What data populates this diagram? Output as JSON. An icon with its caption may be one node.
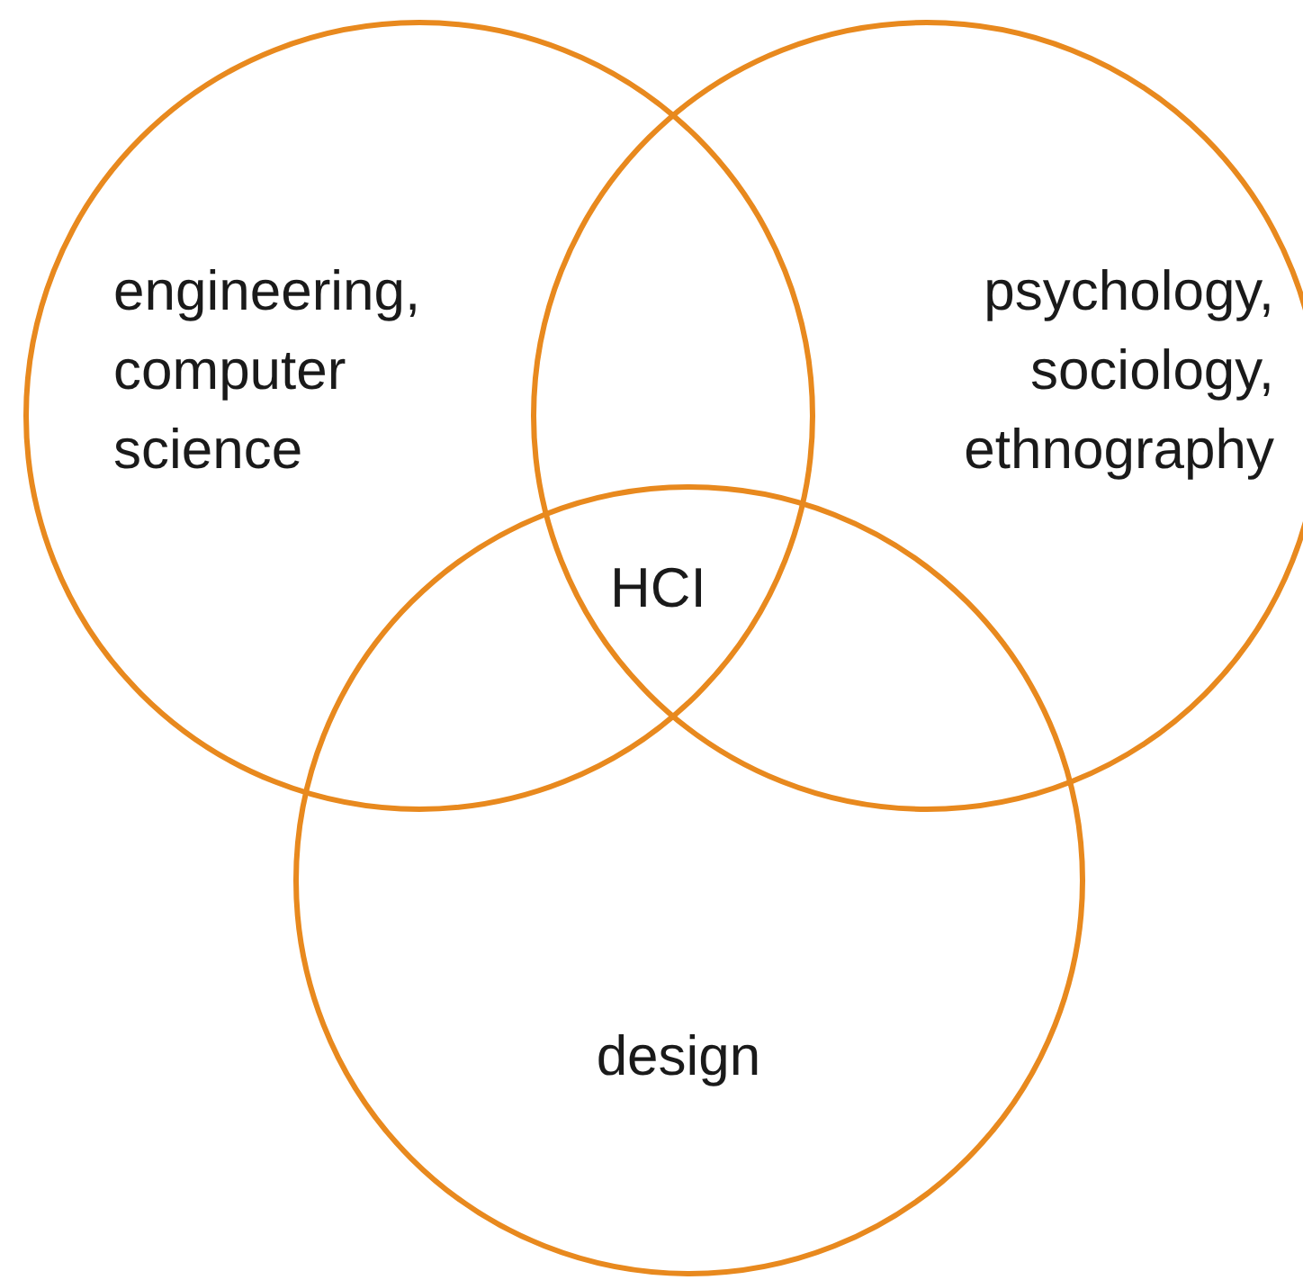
{
  "diagram": {
    "nodes": [
      {
        "text": [
          "engineering, computer science"
        ]
      },
      {
        "text": [
          "psychology, sociology, ethnography"
        ]
      },
      {
        "text": [
          "design"
        ]
      }
    ],
    "labels": [
      "HCI"
    ]
  }
}
